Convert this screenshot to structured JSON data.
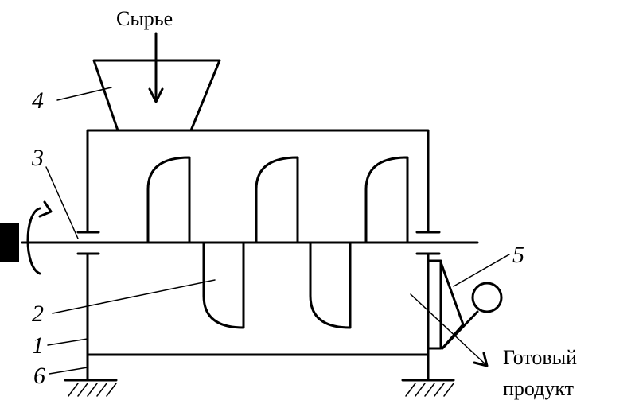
{
  "labels": {
    "input": "Сырье",
    "output_line1": "Готовый",
    "output_line2": "продукт"
  },
  "callouts": [
    "1",
    "2",
    "3",
    "4",
    "5",
    "6"
  ],
  "colors": {
    "ink": "#000000",
    "background": "#ffffff"
  }
}
